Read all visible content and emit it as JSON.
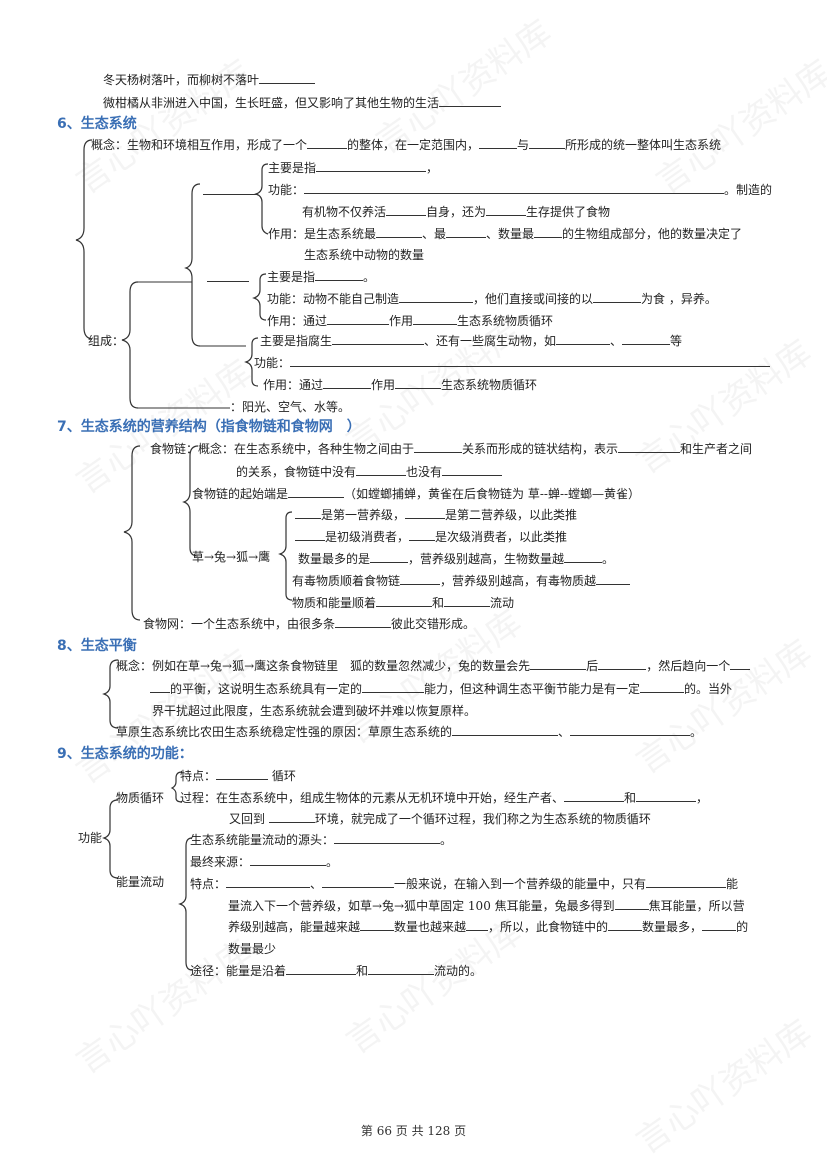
{
  "intro": {
    "line1": "冬天杨树落叶，而柳树不落叶",
    "line2": "微柑橘从非洲进入中国，生长旺盛，但又影响了其他生物的生活"
  },
  "s6": {
    "title": "6、生态系统",
    "concept": {
      "a": "概念：生物和环境相互作用，形成了一个",
      "b": "的整体，在一定范围内，",
      "c": "与",
      "d": "所形成的统一整体叫生态系统"
    },
    "composition_label": "组成：",
    "producer": {
      "main": "主要是指",
      "main_end": "，",
      "func": "功能：",
      "func_end": "。制造的",
      "func2a": "有机物不仅养活",
      "func2b": "自身，还为",
      "func2c": "生存提供了食物",
      "role_a": "作用：是生态系统最",
      "role_b": "、最",
      "role_c": "、数量最",
      "role_d": "的生物组成部分，他的数量决定了",
      "role2": "生态系统中动物的数量"
    },
    "consumer": {
      "main": "主要是指",
      "main_end": "。",
      "func_a": "功能：动物不能自己制造",
      "func_b": "，他们直接或间接的以",
      "func_c": "为食 ，异养。",
      "role_a": "作用：通过",
      "role_b": "作用",
      "role_c": "生态系统物质循环"
    },
    "decomposer": {
      "main_a": "主要是指腐生",
      "main_b": "、还有一些腐生动物，如",
      "main_c": "、",
      "main_d": "等",
      "func": "功能：",
      "role_a": "作用：通过",
      "role_b": "作用",
      "role_c": "生态系统物质循环"
    },
    "abiotic": "：阳光、空气、水等。"
  },
  "s7": {
    "title": "7、生态系统的营养结构（指食物链和食物网　）",
    "food_chain_label": "食物链：",
    "concept_a": "概念：在生态系统中，各种生物之间由于",
    "concept_b": "关系而形成的链状结构，表示",
    "concept_c": "和生产者之间",
    "concept2_a": "的关系，食物链中没有",
    "concept2_b": "也没有",
    "start_a": "食物链的起始端是",
    "start_b": "（如螳螂捕蝉，黄雀在后食物链为 草--蝉--螳螂—黄雀）",
    "chain_label": "草→兔→狐→鹰",
    "items": [
      {
        "a": "",
        "b": "是第一营养级，",
        "c": "是第二营养级，以此类推"
      },
      {
        "a": "",
        "b": "是初级消费者，",
        "c": "是次级消费者，以此类推"
      },
      {
        "a": "数量最多的是",
        "b": "，营养级别越高，生物数量越",
        "c": "。"
      },
      {
        "a": "有毒物质顺着食物链",
        "b": "，营养级别越高，有毒物质越",
        "c": ""
      },
      {
        "a": "物质和能量顺着",
        "b": "和",
        "c": "流动"
      }
    ],
    "food_web_a": "食物网：一个生态系统中，由很多条",
    "food_web_b": "彼此交错形成。"
  },
  "s8": {
    "title": "8、生态平衡",
    "concept_a": "概念：例如在草→兔→狐→鹰这条食物链里　狐的数量忽然减少，兔的数量会先",
    "concept_b": "后",
    "concept_c": "，然后趋向一个",
    "concept2_a": "的平衡，这说明生态系统具有一定的",
    "concept2_b": "能力，但这种调生态平衡节能力是有一定",
    "concept2_c": "的。当外",
    "concept3": "界干扰超过此限度，生态系统就会遭到破坏并难以恢复原样。",
    "grass_a": "草原生态系统比农田生态系统稳定性强的原因：草原生态系统的",
    "grass_b": "、",
    "grass_c": "。"
  },
  "s9": {
    "title": "9、生态系统的功能：",
    "function_label": "功能",
    "matter_label": "物质循环",
    "matter_feature_a": "特点：",
    "matter_feature_b": "循环",
    "matter_process_a": "过程：在生态系统中，组成生物体的元素从无机环境中开始，经生产者、",
    "matter_process_b": "和",
    "matter_process_c": "，",
    "matter_process2_a": "又回到",
    "matter_process2_b": "环境，就完成了一个循环过程，我们称之为生态系统的物质循环",
    "energy_label": "能量流动",
    "energy_source_a": "生态系统能量流动的源头：",
    "energy_source_b": "。",
    "energy_final_a": "最终来源：",
    "energy_final_b": "。",
    "energy_feature_a": "特点：",
    "energy_feature_b": "、",
    "energy_feature_c": "一般来说，在输入到一个营养级的能量中，只有",
    "energy_feature_d": "能",
    "energy_feature2_a": "量流入下一个营养级，如草→兔→狐中草固定 100 焦耳能量，兔最多得到",
    "energy_feature2_b": "焦耳能量，所以营",
    "energy_feature3_a": "养级别越高，能量越来越",
    "energy_feature3_b": "数量也越来越",
    "energy_feature3_c": "，所以，此食物链中的",
    "energy_feature3_d": "数量最多，",
    "energy_feature3_e": "的",
    "energy_feature4": "数量最少",
    "path_a": "途径：能量是沿着",
    "path_b": "和",
    "path_c": "流动的。"
  },
  "footer": {
    "text": "第 66 页 共 128 页"
  },
  "watermark": "言心吖资料库"
}
